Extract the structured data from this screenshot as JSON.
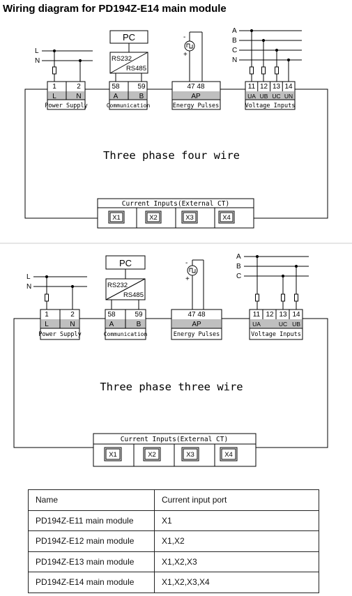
{
  "title": "Wiring diagram for PD194Z-E14 main module",
  "colors": {
    "line": "#000000",
    "label_bg": "#bfbfbf",
    "separator": "#cccccc"
  },
  "diagrams": [
    {
      "caption": "Three phase four wire",
      "power_supply": {
        "left_label": "L",
        "right_label": "N",
        "pin_left": "1",
        "pin_right": "2",
        "name": "Power Supply"
      },
      "communication": {
        "pc_label": "PC",
        "converter_top": "RS232",
        "converter_bottom": "RS485",
        "pin_left": "58",
        "pin_right": "59",
        "label_left": "A",
        "label_right": "B",
        "name": "Communication"
      },
      "energy": {
        "minus": "-",
        "plus": "+",
        "pins": "47 48",
        "label": "AP",
        "name": "Energy Pulses"
      },
      "voltage": {
        "pins": [
          "11",
          "12",
          "13",
          "14"
        ],
        "labels": [
          "UA",
          "UB",
          "UC",
          "UN"
        ],
        "name": "Voltage Inputs"
      },
      "current": {
        "name": "Current Inputs(External CT)",
        "ports": [
          "X1",
          "X2",
          "X3",
          "X4"
        ]
      },
      "supply_lines": [
        "L",
        "N"
      ],
      "phase_lines": [
        "A",
        "B",
        "C",
        "N"
      ]
    },
    {
      "caption": "Three phase three wire",
      "power_supply": {
        "left_label": "L",
        "right_label": "N",
        "pin_left": "1",
        "pin_right": "2",
        "name": "Power Supply"
      },
      "communication": {
        "pc_label": "PC",
        "converter_top": "RS232",
        "converter_bottom": "RS485",
        "pin_left": "58",
        "pin_right": "59",
        "label_left": "A",
        "label_right": "B",
        "name": "Communication"
      },
      "energy": {
        "minus": "-",
        "plus": "+",
        "pins": "47 48",
        "label": "AP",
        "name": "Energy Pulses"
      },
      "voltage": {
        "pins": [
          "11",
          "12",
          "13",
          "14"
        ],
        "labels": [
          "UA",
          "",
          "UC",
          "UB"
        ],
        "name": "Voltage Inputs"
      },
      "current": {
        "name": "Current Inputs(External CT)",
        "ports": [
          "X1",
          "X2",
          "X3",
          "X4"
        ]
      },
      "supply_lines": [
        "L",
        "N"
      ],
      "phase_lines": [
        "A",
        "B",
        "C"
      ]
    }
  ],
  "table": {
    "headers": [
      "Name",
      "Current input port"
    ],
    "rows": [
      [
        "PD194Z-E11 main module",
        "X1"
      ],
      [
        "PD194Z-E12 main module",
        "X1,X2"
      ],
      [
        "PD194Z-E13 main module",
        "X1,X2,X3"
      ],
      [
        "PD194Z-E14 main module",
        "X1,X2,X3,X4"
      ]
    ]
  }
}
